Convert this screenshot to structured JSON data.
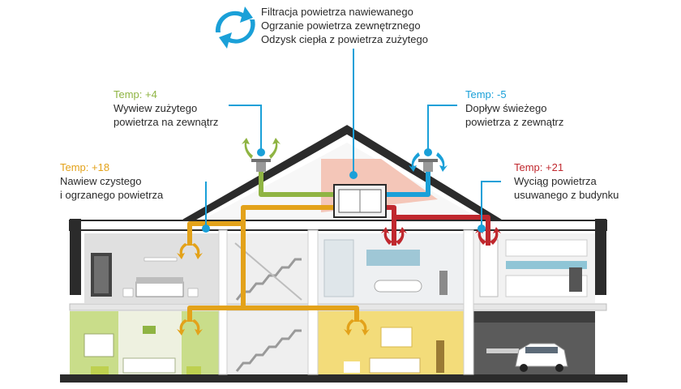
{
  "top_info": {
    "line1": "Filtracja powietrza nawiewanego",
    "line2": "Ogrzanie powietrza zewnętrznego",
    "line3": "Odzysk ciepła z powietrza zużytego"
  },
  "exhaust_out": {
    "temp": "Temp: +4",
    "line1": "Wywiew zużytego",
    "line2": "powietrza na zewnątrz",
    "color": "#8fb443"
  },
  "fresh_in": {
    "temp": "Temp: -5",
    "line1": "Dopływ świeżego",
    "line2": "powietrza z zewnątrz",
    "color": "#1aa0d8"
  },
  "supply": {
    "temp": "Temp: +18",
    "line1": "Nawiew czystego",
    "line2": "i ogrzanego powietrza",
    "color": "#e3a21a"
  },
  "extract": {
    "temp": "Temp: +21",
    "line1": "Wyciąg powietrza",
    "line2": "usuwanego z budynku",
    "color": "#c0282e"
  },
  "colors": {
    "roof": "#2b2b2b",
    "wall_gray": "#dcdcdc",
    "green_room": "#c9dd8a",
    "yellow_room": "#f3dc7a",
    "garage": "#5b5b5b",
    "bath": "#eef0f2",
    "attic": "#f4c6b8"
  }
}
